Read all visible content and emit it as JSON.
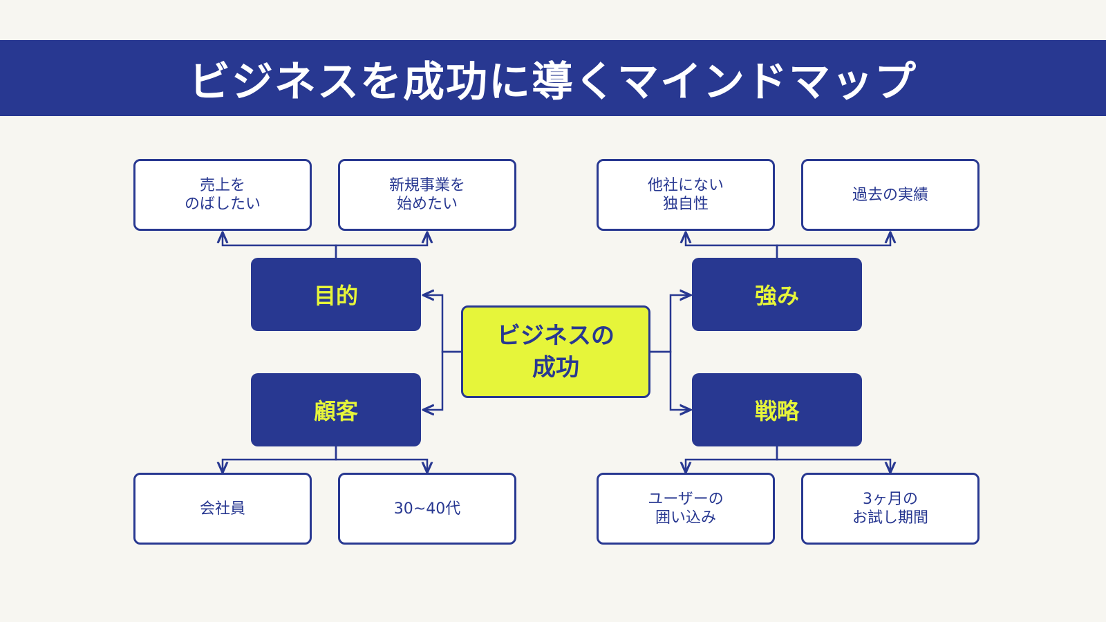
{
  "title": "ビジネスを成功に導くマインドマップ",
  "center": {
    "label": "ビジネスの\n成功"
  },
  "branches": {
    "purpose": {
      "label": "目的",
      "children": [
        "売上を\nのばしたい",
        "新規事業を\n始めたい"
      ]
    },
    "strength": {
      "label": "強み",
      "children": [
        "他社にない\n独自性",
        "過去の実績"
      ]
    },
    "customer": {
      "label": "顧客",
      "children": [
        "会社員",
        "30~40代"
      ]
    },
    "strategy": {
      "label": "戦略",
      "children": [
        "ユーザーの\n囲い込み",
        "3ヶ月の\nお試し期間"
      ]
    }
  },
  "colors": {
    "navy": "#283891",
    "lime": "#e6f53a",
    "background": "#f7f6f1"
  }
}
